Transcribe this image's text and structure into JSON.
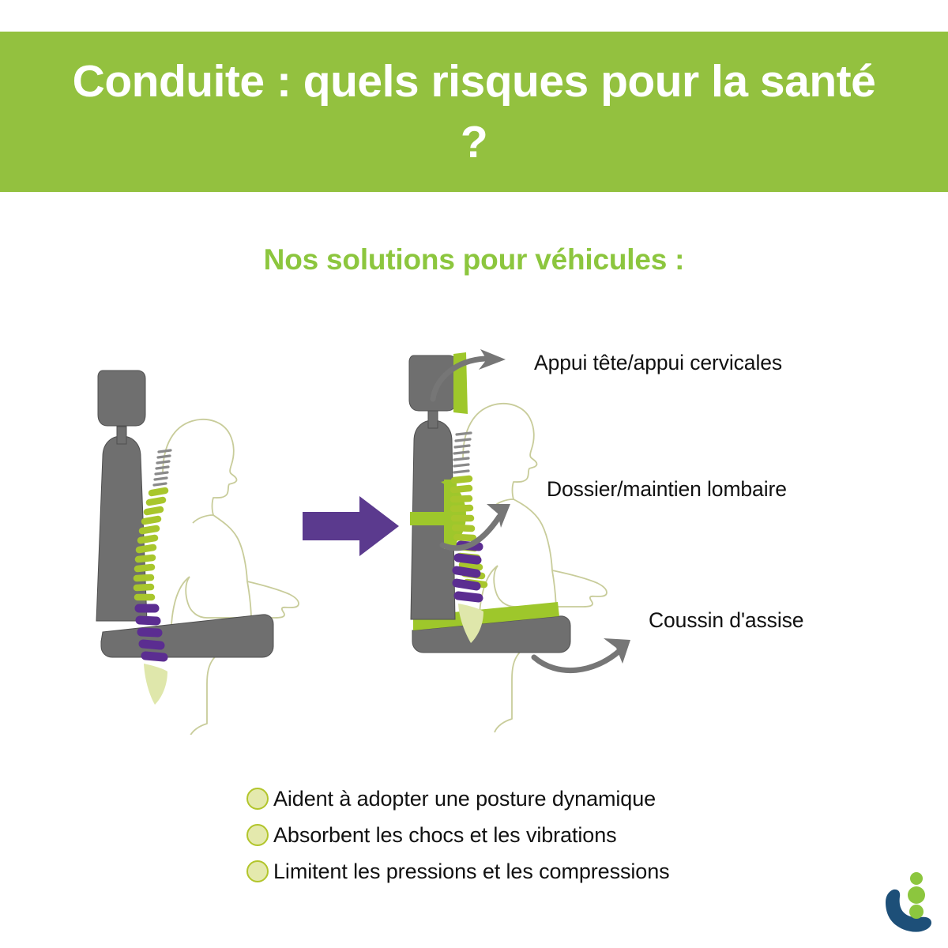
{
  "header": {
    "title": "Conduite : quels risques pour la santé ?",
    "background_color": "#93c13f",
    "text_color": "#ffffff"
  },
  "subtitle": {
    "text": "Nos solutions pour véhicules :",
    "color": "#8cc63e"
  },
  "illustration": {
    "description": "Comparaison de deux postures assises en voiture : siège standard à gauche, siège équipé d'accessoires ergonomiques à droite",
    "transition_arrow": {
      "icon": "right-arrow-icon",
      "color": "#5b3a8e"
    },
    "colors": {
      "seat_gray": "#6f6f6f",
      "seat_gray_dark": "#5c5c5c",
      "accessory_green": "#9ec72b",
      "body_outline": "#c8cc9a",
      "spine_thoracic": "#a8c62c",
      "spine_lumbar": "#5b2d91",
      "spine_cervical": "#8a8a8a",
      "sacrum": "#dfe7ab",
      "callout_arrow_gray": "#767676"
    },
    "left_figure": {
      "name": "Posture sans accessoires",
      "seat_parts": [
        "appui-tête",
        "dossier",
        "assise"
      ]
    },
    "right_figure": {
      "name": "Posture avec accessoires",
      "accessories": [
        "coussin appui-tête",
        "maintien lombaire",
        "coussin d'assise"
      ]
    }
  },
  "callouts": [
    {
      "id": "headrest",
      "label": "Appui tête/appui cervicales"
    },
    {
      "id": "lumbar",
      "label": "Dossier/maintien lombaire"
    },
    {
      "id": "seat",
      "label": "Coussin d'assise"
    }
  ],
  "benefits": {
    "bullet_fill": "#e4e9ad",
    "bullet_border": "#b2c52b",
    "items": [
      "Aident à adopter une posture dynamique",
      "Absorbent les chocs et les vibrations",
      "Limitent les pressions et les compressions"
    ]
  },
  "logo": {
    "name": "logo-colonne-vertebrale",
    "hook_color": "#1d4f78",
    "dot_color": "#8cc63e",
    "dot_count": 3
  }
}
